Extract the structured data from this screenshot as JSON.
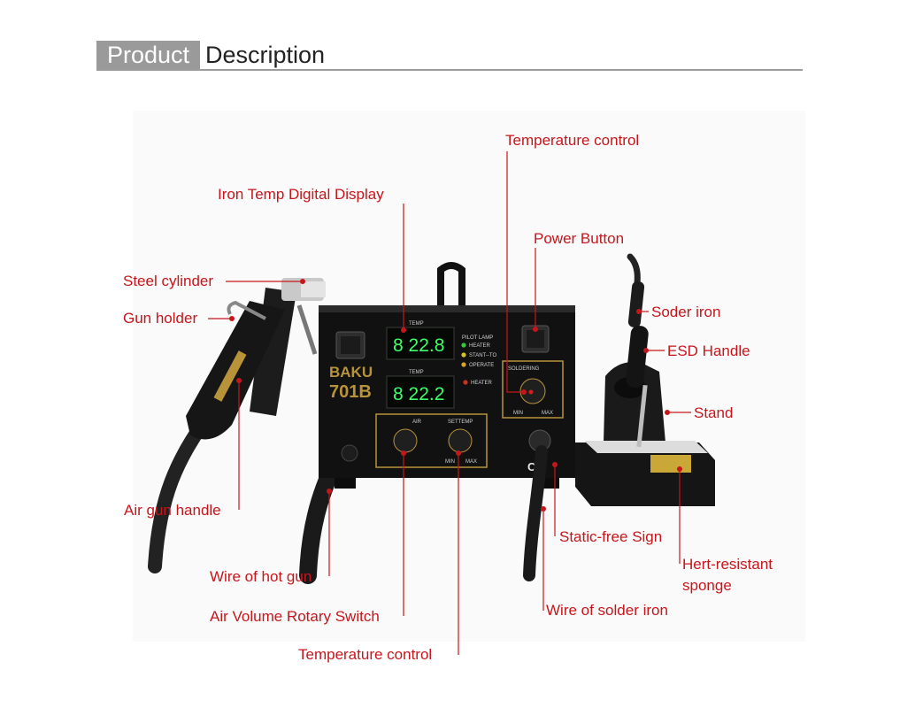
{
  "header": {
    "gray_word": "Product",
    "black_word": "Description"
  },
  "station": {
    "brand": "BAKU",
    "model": "701B",
    "temp_label": "TEMP",
    "display_top": "8 22.8",
    "display_bottom": "8 22.2",
    "pilot_lamp": "PILOT LAMP",
    "lamp_heater": "HEATER",
    "lamp_stand": "STANT--TO",
    "lamp_operate": "OPERATE",
    "lamp_heater2": "HEATER",
    "air_label": "AIR",
    "settemp_label": "SETTEMP",
    "soldering_label": "SOLDERING",
    "min": "MIN",
    "max": "MAX",
    "ce": "CE"
  },
  "callouts": {
    "temperature_control_top": "Temperature control",
    "iron_temp_display": "Iron Temp Digital Display",
    "power_button": "Power Button",
    "steel_cylinder": "Steel cylinder",
    "gun_holder": "Gun holder",
    "soder_iron": "Soder iron",
    "esd_handle": "ESD Handle",
    "stand": "Stand",
    "air_gun_handle": "Air gun handle",
    "static_free_sign": "Static-free Sign",
    "hert_resistant_line1": "Hert-resistant",
    "hert_resistant_line2": "sponge",
    "wire_of_hot_gun": "Wire of hot gun",
    "wire_of_solder_iron": "Wire of solder iron",
    "air_volume_switch": "Air Volume Rotary Switch",
    "temperature_control_bottom": "Temperature control"
  },
  "colors": {
    "callout": "#c6161b",
    "digits": "#3dff6a",
    "gold": "#b8933a",
    "header_gray": "#9a9a9a"
  }
}
